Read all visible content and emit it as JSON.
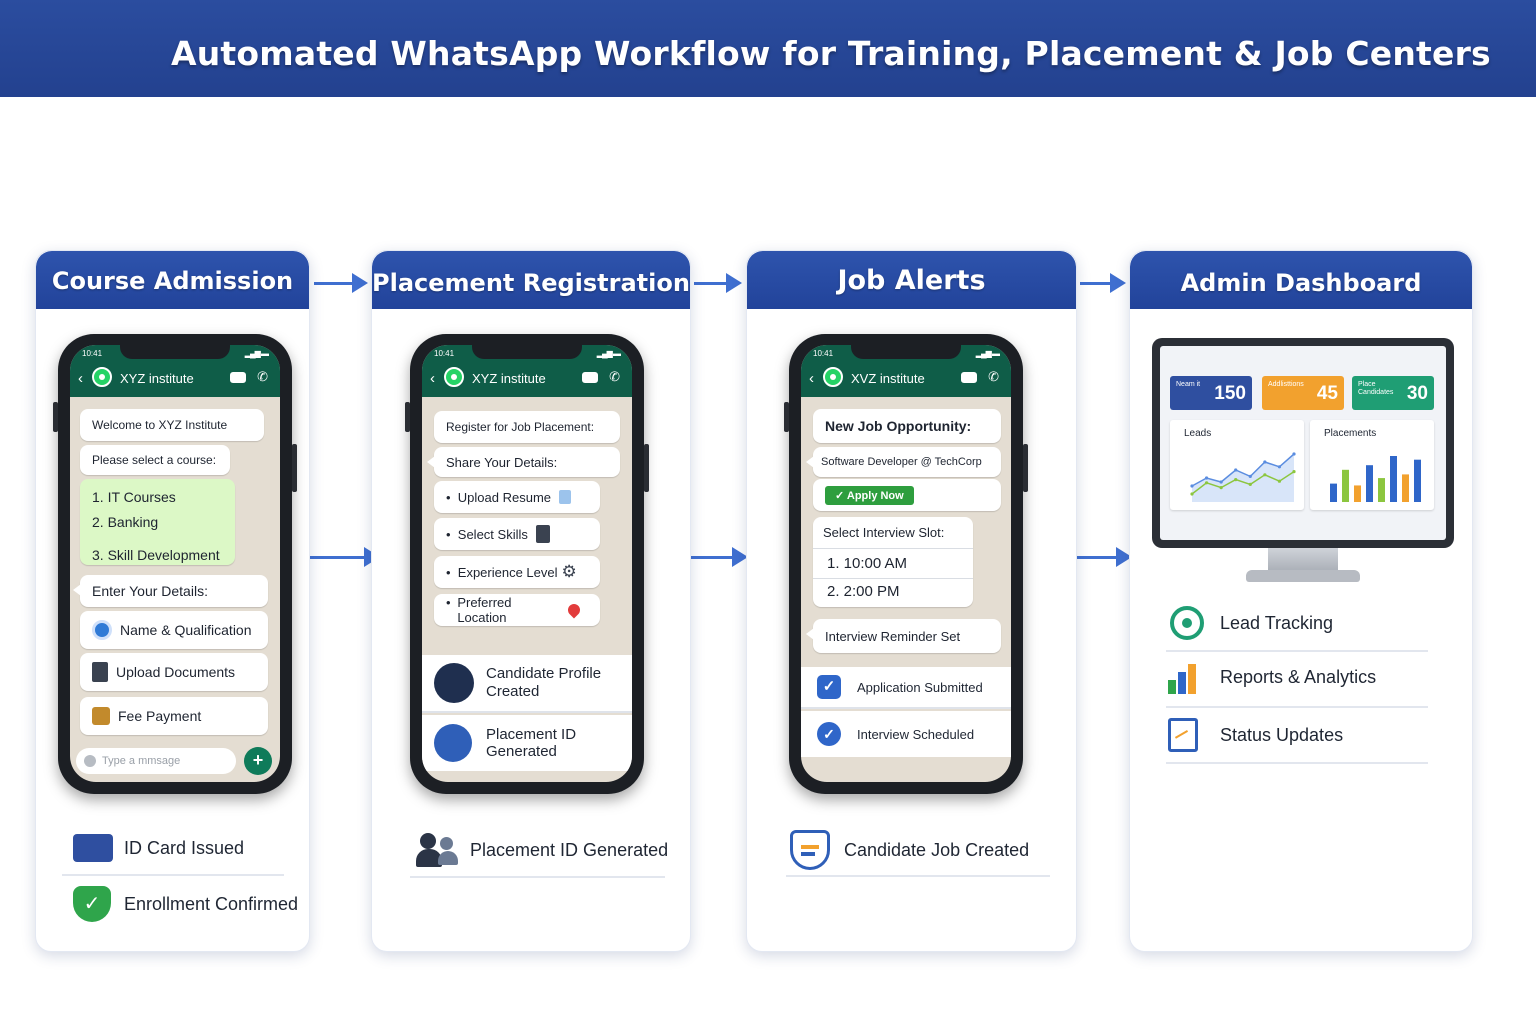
{
  "title": "Automated WhatsApp Workflow for Training, Placement & Job Centers",
  "colors": {
    "primary_blue": "#2b4d9f",
    "whatsapp_green": "#0f5d48",
    "bubble_green": "#dcf8c6",
    "accent_orange": "#f2a12e",
    "accent_teal": "#1f9e74"
  },
  "phone": {
    "time": "10:41",
    "chat_name_1": "XYZ institute",
    "chat_name_2": "XYZ institute",
    "chat_name_3": "XVZ institute"
  },
  "course_admission": {
    "heading": "Course Admission",
    "welcome": "Welcome to XYZ Institute",
    "select_course": "Please select a course:",
    "course_1": "1. IT Courses",
    "course_2": "2. Banking",
    "course_3": "3. Skill Development",
    "enter_details": "Enter Your Details:",
    "name_qualification": "Name & Qualification",
    "upload_documents": "Upload Documents",
    "fee_payment": "Fee Payment",
    "input_placeholder": "Type a mmsage",
    "id_card": "ID Card Issued",
    "enrollment": "Enrollment Confirmed"
  },
  "placement_registration": {
    "heading": "Placement Registration",
    "register": "Register for Job Placement:",
    "share_details": "Share Your Details:",
    "upload_resume": "Upload Resume",
    "select_skills": "Select Skills",
    "experience_level": "Experience Level",
    "preferred_location": "Preferred Location",
    "profile_created": "Candidate Profile Created",
    "placement_id": "Placement ID Generated",
    "bottom_label": "Placement ID Generated"
  },
  "job_alerts": {
    "heading": "Job Alerts",
    "new_job": "New Job Opportunity:",
    "job_title": "Software Developer @ TechCorp",
    "apply_now": "Apply Now",
    "select_slot": "Select Interview Slot:",
    "slot_1": "1.  10:00 AM",
    "slot_2": "2.  2:00 PM",
    "reminder": "Interview Reminder Set",
    "application_submitted": "Application Submitted",
    "interview_scheduled": "Interview Scheduled",
    "bottom_label": "Candidate Job Created"
  },
  "admin_dashboard": {
    "heading": "Admin Dashboard",
    "stats": [
      {
        "label": "Neam it",
        "value": "150",
        "color": "#2f4fa0"
      },
      {
        "label": "Addlisttions",
        "value": "45",
        "color": "#f2a12e"
      },
      {
        "label": "Place Candidates",
        "value": "30",
        "color": "#1f9e74"
      }
    ],
    "leads_title": "Leads",
    "placements_title": "Placements",
    "features": [
      "Lead Tracking",
      "Reports & Analytics",
      "Status Updates"
    ]
  },
  "chart_data": [
    {
      "type": "line",
      "title": "Leads",
      "series": [
        {
          "values": [
            2,
            3,
            2.5,
            4,
            3.2,
            5,
            4.4,
            6
          ]
        },
        {
          "values": [
            1,
            2.4,
            1.8,
            2.8,
            2.2,
            3.4,
            2.6,
            3.8
          ]
        }
      ]
    },
    {
      "type": "bar",
      "title": "Placements",
      "values": [
        2,
        3.5,
        1.8,
        4,
        2.6,
        5,
        3,
        4.6
      ]
    }
  ]
}
